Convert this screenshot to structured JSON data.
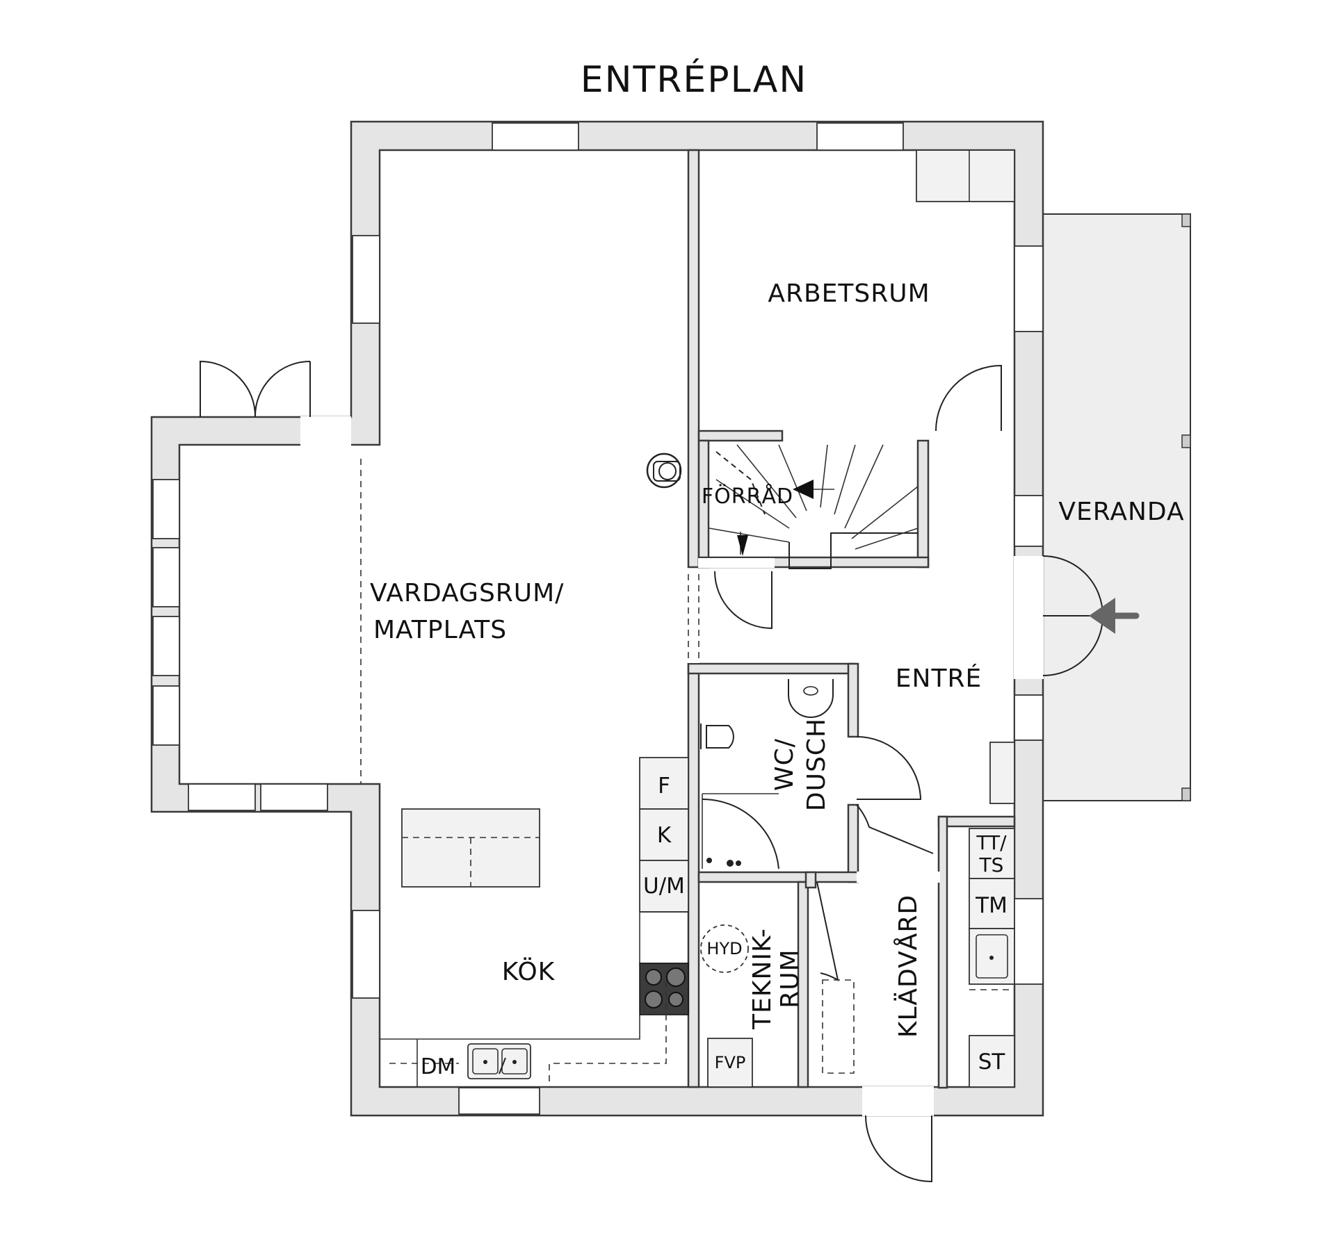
{
  "plan": {
    "title": "ENTRÉPLAN",
    "rooms": {
      "arbetsrum": "ARBETSRUM",
      "veranda": "VERANDA",
      "forrad": "FÖRRÅD",
      "vardagsrum_1": "VARDAGSRUM/",
      "vardagsrum_2": "MATPLATS",
      "entre": "ENTRÉ",
      "wc_1": "WC/",
      "wc_2": "DUSCH",
      "kok": "KÖK",
      "teknik_1": "TEKNIK-",
      "teknik_2": "RUM",
      "kladvard": "KLÄDVÅRD"
    },
    "fixtures": {
      "fridge": "F",
      "freezer": "K",
      "oven": "U/M",
      "dishwasher": "DM",
      "washer_1": "TT/",
      "washer_2": "TS",
      "dryer": "TM",
      "cabinet": "ST",
      "hydrant": "HYD",
      "heat_pump": "FVP"
    },
    "colors": {
      "wall_fill": "#e5e5e5",
      "veranda_fill": "#eeeeee",
      "entry_arrow": "#666666"
    }
  }
}
